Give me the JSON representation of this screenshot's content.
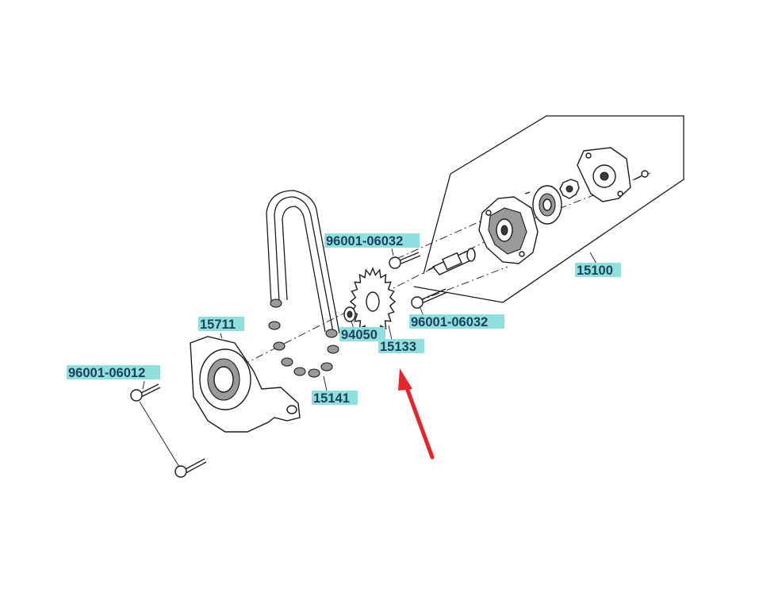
{
  "labels": {
    "pump_assembly": "15100",
    "bolt_upper": "96001-06032",
    "bolt_lower": "96001-06032",
    "washer": "94050",
    "sprocket": "15133",
    "chain": "15141",
    "guide": "15711",
    "guide_bolt": "96001-06012"
  },
  "colors": {
    "label_highlight": "#8fe0dc",
    "label_text": "#1d3f5f",
    "arrow": "#e8232a"
  }
}
